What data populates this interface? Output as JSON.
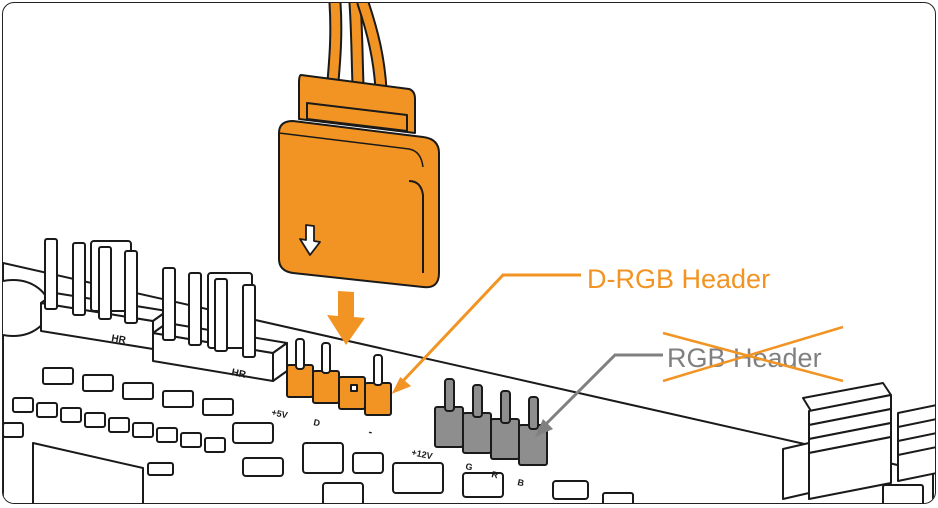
{
  "labels": {
    "drgb_header": "D-RGB Header",
    "rgb_header": "RGB Header",
    "hr_left": "HR",
    "hr_right": "HR",
    "drgb_pin_5v": "+5V",
    "drgb_pin_d": "D",
    "drgb_pin_minus": "-",
    "rgb_pin_12v": "+12V",
    "rgb_pin_g": "G",
    "rgb_pin_r": "R",
    "rgb_pin_b": "B"
  },
  "colors": {
    "orange": "#F29424",
    "orange_dark": "#D77C12",
    "gray_connector": "#8E8E8E",
    "line_gray": "#808080",
    "outline": "#1a1a1a"
  },
  "icons": {
    "connector_arrow": "down-arrow-outline-icon",
    "insert_arrow": "down-arrow-solid-icon"
  }
}
